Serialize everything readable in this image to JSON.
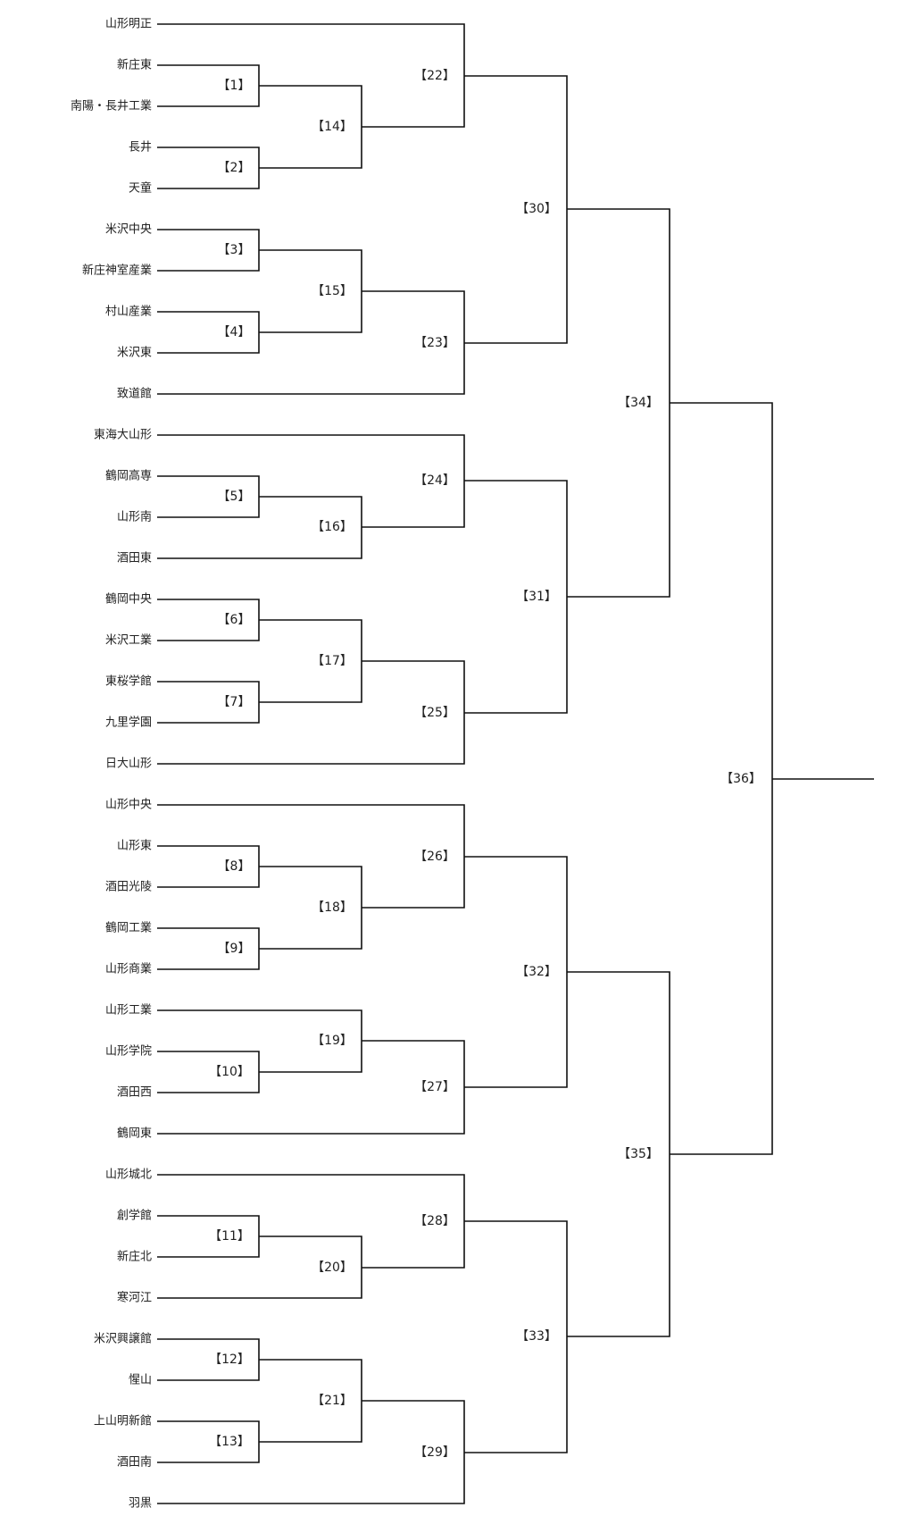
{
  "teams": [
    "山形明正",
    "新庄東",
    "南陽・長井工業",
    "長井",
    "天童",
    "米沢中央",
    "新庄神室産業",
    "村山産業",
    "米沢東",
    "致道館",
    "東海大山形",
    "鶴岡高専",
    "山形南",
    "酒田東",
    "鶴岡中央",
    "米沢工業",
    "東桜学館",
    "九里学園",
    "日大山形",
    "山形中央",
    "山形東",
    "酒田光陵",
    "鶴岡工業",
    "山形商業",
    "山形工業",
    "山形学院",
    "酒田西",
    "鶴岡東",
    "山形城北",
    "創学館",
    "新庄北",
    "寒河江",
    "米沢興譲館",
    "惺山",
    "上山明新館",
    "酒田南",
    "羽黒"
  ],
  "matches": {
    "m1": "【1】",
    "m2": "【2】",
    "m3": "【3】",
    "m4": "【4】",
    "m5": "【5】",
    "m6": "【6】",
    "m7": "【7】",
    "m8": "【8】",
    "m9": "【9】",
    "m10": "【10】",
    "m11": "【11】",
    "m12": "【12】",
    "m13": "【13】",
    "m14": "【14】",
    "m15": "【15】",
    "m16": "【16】",
    "m17": "【17】",
    "m18": "【18】",
    "m19": "【19】",
    "m20": "【20】",
    "m21": "【21】",
    "m22": "【22】",
    "m23": "【23】",
    "m24": "【24】",
    "m25": "【25】",
    "m26": "【26】",
    "m27": "【27】",
    "m28": "【28】",
    "m29": "【29】",
    "m30": "【30】",
    "m31": "【31】",
    "m32": "【32】",
    "m33": "【33】",
    "m34": "【34】",
    "m35": "【35】",
    "m36": "【36】"
  }
}
